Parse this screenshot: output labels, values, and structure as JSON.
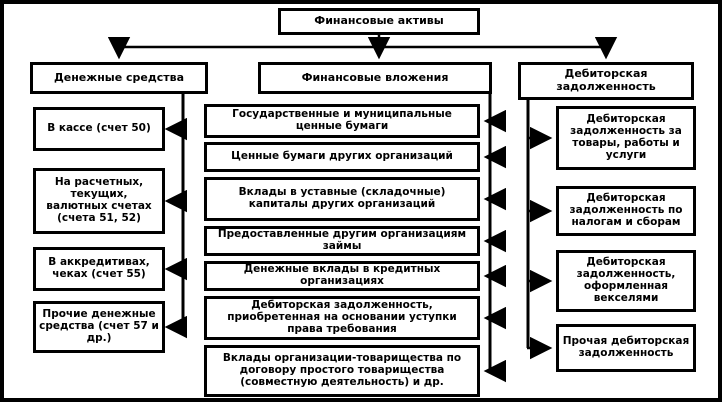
{
  "diagram_title": "Финансовые активы",
  "root": {
    "label": "Финансовые активы"
  },
  "branches": [
    {
      "header": "Денежные средства",
      "items": [
        "В кассе (счет 50)",
        "На расчетных, текущих, валютных счетах (счета 51, 52)",
        "В аккредитивах, чеках (счет 55)",
        "Прочие денежные средства (счет 57 и др.)"
      ]
    },
    {
      "header": "Финансовые вложения",
      "items": [
        "Государственные и муниципальные ценные бумаги",
        "Ценные бумаги других организаций",
        "Вклады в уставные (складочные) капиталы других организаций",
        "Предоставленные другим организациям займы",
        "Денежные вклады в кредитных организациях",
        "Дебиторская задолженность, приобретенная на основании уступки права требования",
        "Вклады организации-товарищества по договору простого товарищества (совместную деятельность) и др."
      ]
    },
    {
      "header": "Дебиторская задолженность",
      "items": [
        "Дебиторская задолженность за товары, работы и услуги",
        "Дебиторская задолженность по налогам и сборам",
        "Дебиторская задолженность, оформленная векселями",
        "Прочая дебиторская задолженность"
      ]
    }
  ],
  "colors": {
    "line": "#000000",
    "box_background": "#ffffff",
    "text": "#000000"
  }
}
